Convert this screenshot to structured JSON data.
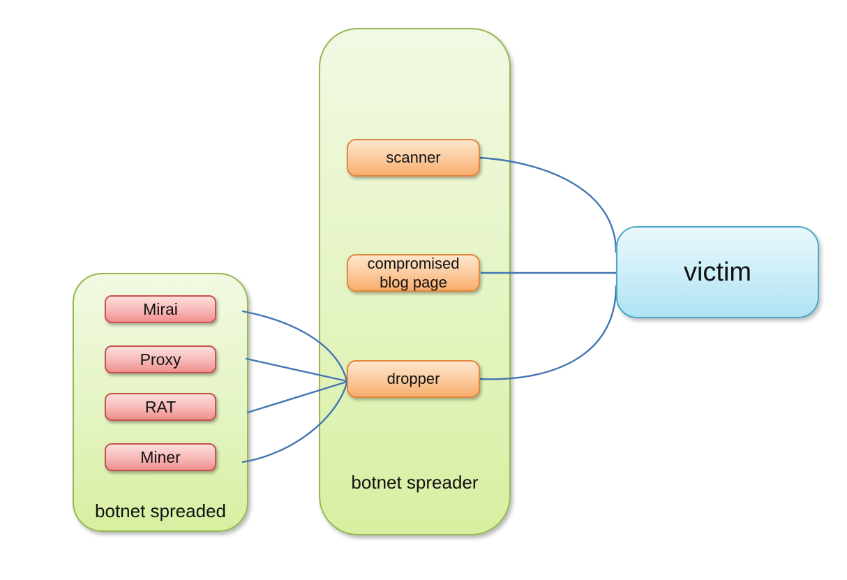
{
  "page": {
    "background": "#ffffff"
  },
  "diagram": {
    "containers": {
      "spreaded": {
        "label": "botnet spreaded"
      },
      "spreader": {
        "label": "botnet spreader"
      }
    },
    "nodes": {
      "mirai": {
        "label": "Mirai"
      },
      "proxy": {
        "label": "Proxy"
      },
      "rat": {
        "label": "RAT"
      },
      "miner": {
        "label": "Miner"
      },
      "scanner": {
        "label": "scanner"
      },
      "blog": {
        "label": "compromised\nblog page"
      },
      "dropper": {
        "label": "dropper"
      },
      "victim": {
        "label": "victim"
      }
    },
    "connections": [
      {
        "from": "scanner",
        "to": "victim"
      },
      {
        "from": "compromised blog page",
        "to": "victim"
      },
      {
        "from": "dropper",
        "to": "victim"
      },
      {
        "from": "Mirai",
        "to": "dropper"
      },
      {
        "from": "Proxy",
        "to": "dropper"
      },
      {
        "from": "RAT",
        "to": "dropper"
      },
      {
        "from": "Miner",
        "to": "dropper"
      }
    ],
    "colors": {
      "connector": "#4376B3",
      "container_border": "#92B952",
      "container_fill_top": "#F2F9E3",
      "container_fill_bottom": "#D8EFA1",
      "red_node_border": "#C5524E",
      "red_node_fill_top": "#FCDEDC",
      "red_node_fill_bottom": "#F0908E",
      "orange_node_border": "#E2853E",
      "orange_node_fill_top": "#FDE6CC",
      "orange_node_fill_bottom": "#F8AD6C",
      "victim_border": "#4AA8C5",
      "victim_fill_top": "#EAF8FC",
      "victim_fill_bottom": "#AEE3F3",
      "text": "#111111"
    }
  }
}
